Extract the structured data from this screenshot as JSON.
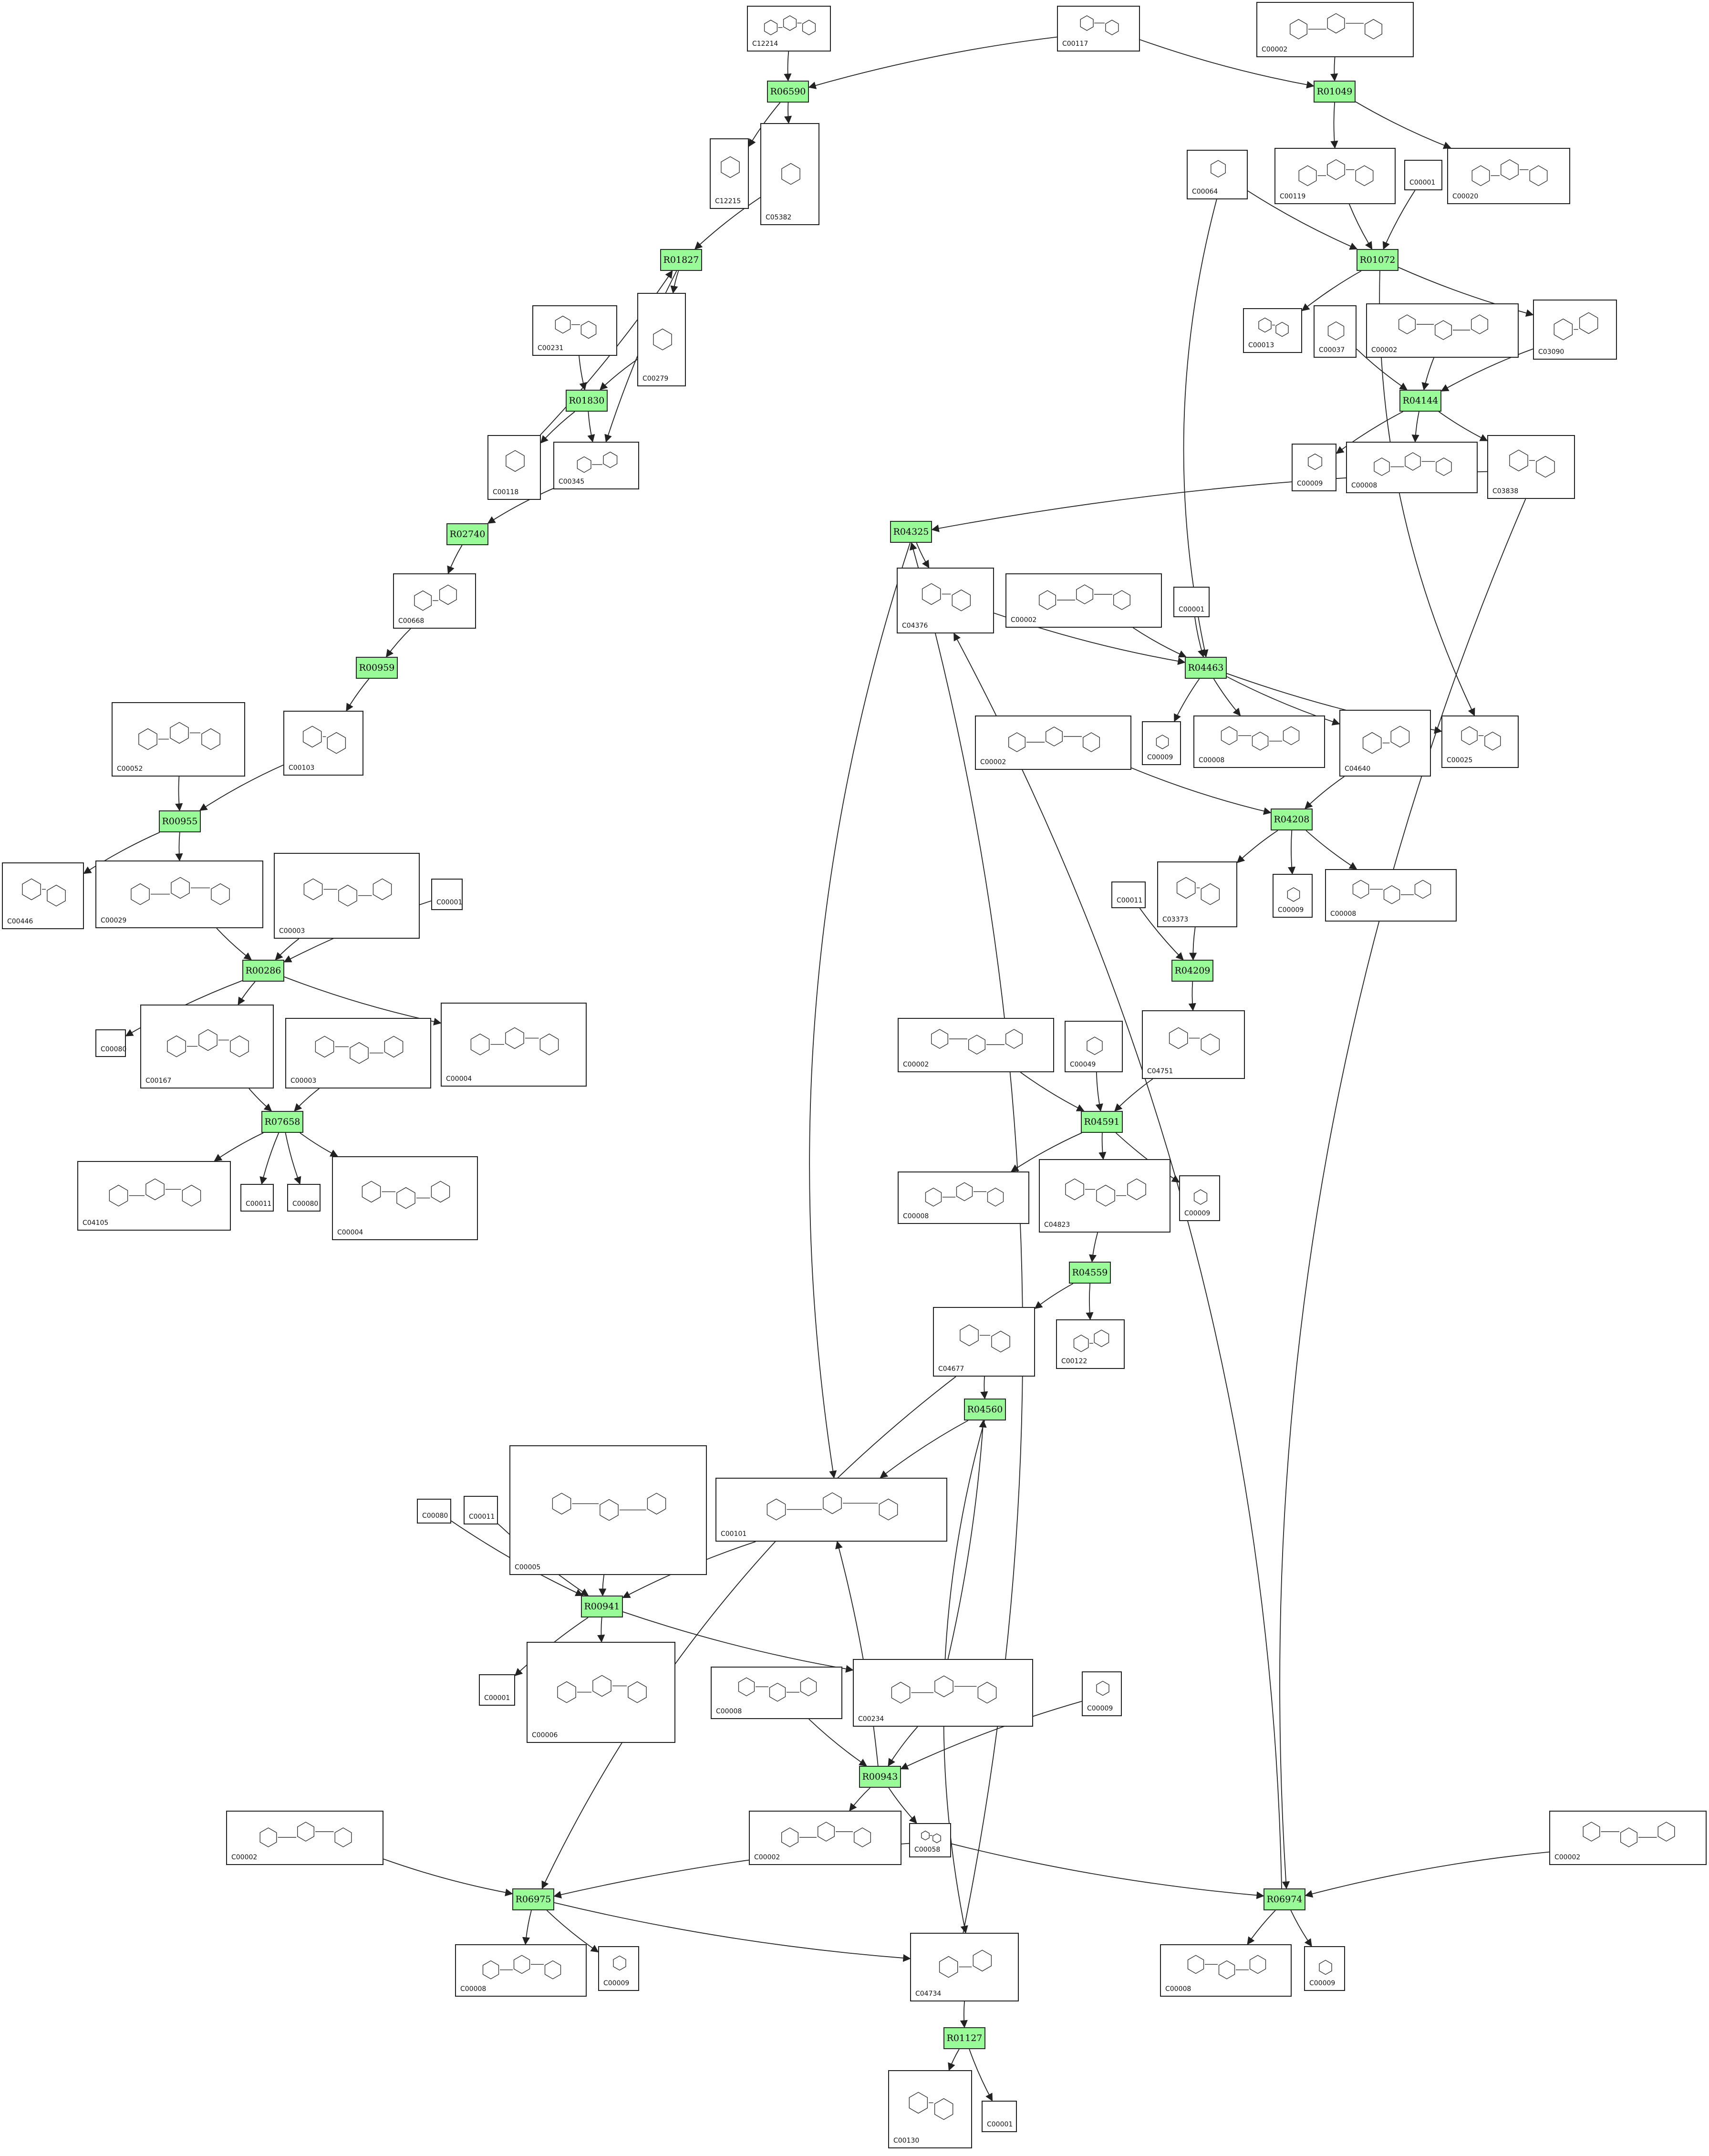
{
  "reactions": [
    {
      "id": "R06590",
      "label": "R06590"
    },
    {
      "id": "R01049",
      "label": "R01049"
    },
    {
      "id": "R01827",
      "label": "R01827"
    },
    {
      "id": "R01072",
      "label": "R01072"
    },
    {
      "id": "R01830",
      "label": "R01830"
    },
    {
      "id": "R04144",
      "label": "R04144"
    },
    {
      "id": "R02740",
      "label": "R02740"
    },
    {
      "id": "R04325",
      "label": "R04325"
    },
    {
      "id": "R00959",
      "label": "R00959"
    },
    {
      "id": "R04463",
      "label": "R04463"
    },
    {
      "id": "R00955",
      "label": "R00955"
    },
    {
      "id": "R04208",
      "label": "R04208"
    },
    {
      "id": "R00286",
      "label": "R00286"
    },
    {
      "id": "R04209",
      "label": "R04209"
    },
    {
      "id": "R07658",
      "label": "R07658"
    },
    {
      "id": "R04591",
      "label": "R04591"
    },
    {
      "id": "R04559",
      "label": "R04559"
    },
    {
      "id": "R04560",
      "label": "R04560"
    },
    {
      "id": "R00941",
      "label": "R00941"
    },
    {
      "id": "R00943",
      "label": "R00943"
    },
    {
      "id": "R06975",
      "label": "R06975"
    },
    {
      "id": "R06974",
      "label": "R06974"
    },
    {
      "id": "R01127",
      "label": "R01127"
    }
  ],
  "compounds": [
    {
      "key": "c12214",
      "label": "C12214"
    },
    {
      "key": "c00117",
      "label": "C00117"
    },
    {
      "key": "c00002_a",
      "label": "C00002"
    },
    {
      "key": "c12215",
      "label": "C12215"
    },
    {
      "key": "c05382",
      "label": "C05382"
    },
    {
      "key": "c00064",
      "label": "C00064"
    },
    {
      "key": "c00119",
      "label": "C00119"
    },
    {
      "key": "c00001_a",
      "label": "C00001"
    },
    {
      "key": "c00020",
      "label": "C00020"
    },
    {
      "key": "c00231",
      "label": "C00231"
    },
    {
      "key": "c00279",
      "label": "C00279"
    },
    {
      "key": "c00013",
      "label": "C00013"
    },
    {
      "key": "c00037",
      "label": "C00037"
    },
    {
      "key": "c00002_b",
      "label": "C00002"
    },
    {
      "key": "c03090",
      "label": "C03090"
    },
    {
      "key": "c00118",
      "label": "C00118"
    },
    {
      "key": "c00345",
      "label": "C00345"
    },
    {
      "key": "c00009_a",
      "label": "C00009"
    },
    {
      "key": "c00008_a",
      "label": "C00008"
    },
    {
      "key": "c03838",
      "label": "C03838"
    },
    {
      "key": "c00668",
      "label": "C00668"
    },
    {
      "key": "c04376",
      "label": "C04376"
    },
    {
      "key": "c00002_c",
      "label": "C00002"
    },
    {
      "key": "c00001_b",
      "label": "C00001"
    },
    {
      "key": "c00052",
      "label": "C00052"
    },
    {
      "key": "c00103",
      "label": "C00103"
    },
    {
      "key": "c00009_b",
      "label": "C00009"
    },
    {
      "key": "c00008_b",
      "label": "C00008"
    },
    {
      "key": "c04640",
      "label": "C04640"
    },
    {
      "key": "c00025",
      "label": "C00025"
    },
    {
      "key": "c00002_d",
      "label": "C00002"
    },
    {
      "key": "c00446",
      "label": "C00446"
    },
    {
      "key": "c00029",
      "label": "C00029"
    },
    {
      "key": "c00003_a",
      "label": "C00003"
    },
    {
      "key": "c00001_c",
      "label": "C00001"
    },
    {
      "key": "c03373",
      "label": "C03373"
    },
    {
      "key": "c00009_c",
      "label": "C00009"
    },
    {
      "key": "c00008_c",
      "label": "C00008"
    },
    {
      "key": "c00011_a",
      "label": "C00011"
    },
    {
      "key": "c00080_a",
      "label": "C00080"
    },
    {
      "key": "c00167",
      "label": "C00167"
    },
    {
      "key": "c00003_b",
      "label": "C00003"
    },
    {
      "key": "c00004",
      "label": "C00004"
    },
    {
      "key": "c00002_e",
      "label": "C00002"
    },
    {
      "key": "c00049",
      "label": "C00049"
    },
    {
      "key": "c04751",
      "label": "C04751"
    },
    {
      "key": "c04105",
      "label": "C04105"
    },
    {
      "key": "c00011_b",
      "label": "C00011"
    },
    {
      "key": "c00080_b",
      "label": "C00080"
    },
    {
      "key": "c00004_b",
      "label": "C00004"
    },
    {
      "key": "c00008_d",
      "label": "C00008"
    },
    {
      "key": "c04823",
      "label": "C04823"
    },
    {
      "key": "c00009_d",
      "label": "C00009"
    },
    {
      "key": "c04677",
      "label": "C04677"
    },
    {
      "key": "c00122",
      "label": "C00122"
    },
    {
      "key": "c00005",
      "label": "C00005"
    },
    {
      "key": "c00080_c",
      "label": "C00080"
    },
    {
      "key": "c00011_c",
      "label": "C00011"
    },
    {
      "key": "c00101",
      "label": "C00101"
    },
    {
      "key": "c00001_d",
      "label": "C00001"
    },
    {
      "key": "c00006",
      "label": "C00006"
    },
    {
      "key": "c00008_e",
      "label": "C00008"
    },
    {
      "key": "c00234",
      "label": "C00234"
    },
    {
      "key": "c00009_e",
      "label": "C00009"
    },
    {
      "key": "c00002_f",
      "label": "C00002"
    },
    {
      "key": "c00058",
      "label": "C00058"
    },
    {
      "key": "c00002_g",
      "label": "C00002"
    },
    {
      "key": "c00002_h",
      "label": "C00002"
    },
    {
      "key": "c00008_f",
      "label": "C00008"
    },
    {
      "key": "c00009_f",
      "label": "C00009"
    },
    {
      "key": "c04734",
      "label": "C04734"
    },
    {
      "key": "c00008_g",
      "label": "C00008"
    },
    {
      "key": "c00009_g",
      "label": "C00009"
    },
    {
      "key": "c00130",
      "label": "C00130"
    },
    {
      "key": "c00001_e",
      "label": "C00001"
    }
  ],
  "edges": [
    [
      "c12214",
      "R06590"
    ],
    [
      "c00117",
      "R06590"
    ],
    [
      "R06590",
      "c12215"
    ],
    [
      "R06590",
      "c05382"
    ],
    [
      "c00117",
      "R01049"
    ],
    [
      "c00002_a",
      "R01049"
    ],
    [
      "R01049",
      "c00119"
    ],
    [
      "R01049",
      "c00020"
    ],
    [
      "c05382",
      "R01827"
    ],
    [
      "c00118",
      "R01827"
    ],
    [
      "R01827",
      "c00279"
    ],
    [
      "R01827",
      "c00345"
    ],
    [
      "c00064",
      "R01072"
    ],
    [
      "c00119",
      "R01072"
    ],
    [
      "c00001_a",
      "R01072"
    ],
    [
      "R01072",
      "c00013"
    ],
    [
      "R01072",
      "c03090"
    ],
    [
      "R01072",
      "c00025"
    ],
    [
      "c00231",
      "R01830"
    ],
    [
      "c00279",
      "R01830"
    ],
    [
      "R01830",
      "c00118"
    ],
    [
      "R01830",
      "c00345"
    ],
    [
      "c00037",
      "R04144"
    ],
    [
      "c00002_b",
      "R04144"
    ],
    [
      "c03090",
      "R04144"
    ],
    [
      "R04144",
      "c00009_a"
    ],
    [
      "R04144",
      "c00008_a"
    ],
    [
      "R04144",
      "c03838"
    ],
    [
      "c00345",
      "R02740"
    ],
    [
      "R02740",
      "c00668"
    ],
    [
      "c03838",
      "R04325"
    ],
    [
      "c04734",
      "R04325"
    ],
    [
      "R04325",
      "c04376"
    ],
    [
      "R04325",
      "c00101"
    ],
    [
      "c00668",
      "R00959"
    ],
    [
      "R00959",
      "c00103"
    ],
    [
      "c04376",
      "R04463"
    ],
    [
      "c00002_c",
      "R04463"
    ],
    [
      "c00001_b",
      "R04463"
    ],
    [
      "c00064",
      "R04463"
    ],
    [
      "R04463",
      "c00009_b"
    ],
    [
      "R04463",
      "c00008_b"
    ],
    [
      "R04463",
      "c04640"
    ],
    [
      "R04463",
      "c00025"
    ],
    [
      "c00103",
      "R00955"
    ],
    [
      "c00052",
      "R00955"
    ],
    [
      "R00955",
      "c00446"
    ],
    [
      "R00955",
      "c00029"
    ],
    [
      "c04640",
      "R04208"
    ],
    [
      "c00002_d",
      "R04208"
    ],
    [
      "R04208",
      "c03373"
    ],
    [
      "R04208",
      "c00009_c"
    ],
    [
      "R04208",
      "c00008_c"
    ],
    [
      "c00029",
      "R00286"
    ],
    [
      "c00003_a",
      "R00286"
    ],
    [
      "c00001_c",
      "R00286"
    ],
    [
      "R00286",
      "c00080_a"
    ],
    [
      "R00286",
      "c00167"
    ],
    [
      "R00286",
      "c00004"
    ],
    [
      "c03373",
      "R04209"
    ],
    [
      "c00011_a",
      "R04209"
    ],
    [
      "R04209",
      "c04751"
    ],
    [
      "c00167",
      "R07658"
    ],
    [
      "c00003_b",
      "R07658"
    ],
    [
      "R07658",
      "c04105"
    ],
    [
      "R07658",
      "c00011_b"
    ],
    [
      "R07658",
      "c00080_b"
    ],
    [
      "R07658",
      "c00004_b"
    ],
    [
      "c04751",
      "R04591"
    ],
    [
      "c00002_e",
      "R04591"
    ],
    [
      "c00049",
      "R04591"
    ],
    [
      "R04591",
      "c00008_d"
    ],
    [
      "R04591",
      "c04823"
    ],
    [
      "R04591",
      "c00009_d"
    ],
    [
      "c04823",
      "R04559"
    ],
    [
      "R04559",
      "c04677"
    ],
    [
      "R04559",
      "c00122"
    ],
    [
      "c04677",
      "R04560"
    ],
    [
      "c00234",
      "R04560"
    ],
    [
      "R04560",
      "c00101"
    ],
    [
      "R04560",
      "c04734"
    ],
    [
      "c00005",
      "R00941"
    ],
    [
      "c00080_c",
      "R00941"
    ],
    [
      "c00011_c",
      "R00941"
    ],
    [
      "c00101",
      "R00941"
    ],
    [
      "R00941",
      "c00001_d"
    ],
    [
      "R00941",
      "c00006"
    ],
    [
      "R00941",
      "c00234"
    ],
    [
      "c00008_e",
      "R00943"
    ],
    [
      "c00234",
      "R00943"
    ],
    [
      "c00009_e",
      "R00943"
    ],
    [
      "R00943",
      "c00101"
    ],
    [
      "R00943",
      "c00002_f"
    ],
    [
      "R00943",
      "c00058"
    ],
    [
      "c00058",
      "R06975"
    ],
    [
      "c00002_g",
      "R06975"
    ],
    [
      "c04677",
      "R06975"
    ],
    [
      "R06975",
      "c00008_f"
    ],
    [
      "R06975",
      "c00009_f"
    ],
    [
      "R06975",
      "c04734"
    ],
    [
      "c00058",
      "R06974"
    ],
    [
      "c00002_h",
      "R06974"
    ],
    [
      "c03838",
      "R06974"
    ],
    [
      "R06974",
      "c00008_g"
    ],
    [
      "R06974",
      "c00009_g"
    ],
    [
      "R06974",
      "c04376"
    ],
    [
      "c04734",
      "R01127"
    ],
    [
      "R01127",
      "c00130"
    ],
    [
      "R01127",
      "c00001_e"
    ]
  ]
}
